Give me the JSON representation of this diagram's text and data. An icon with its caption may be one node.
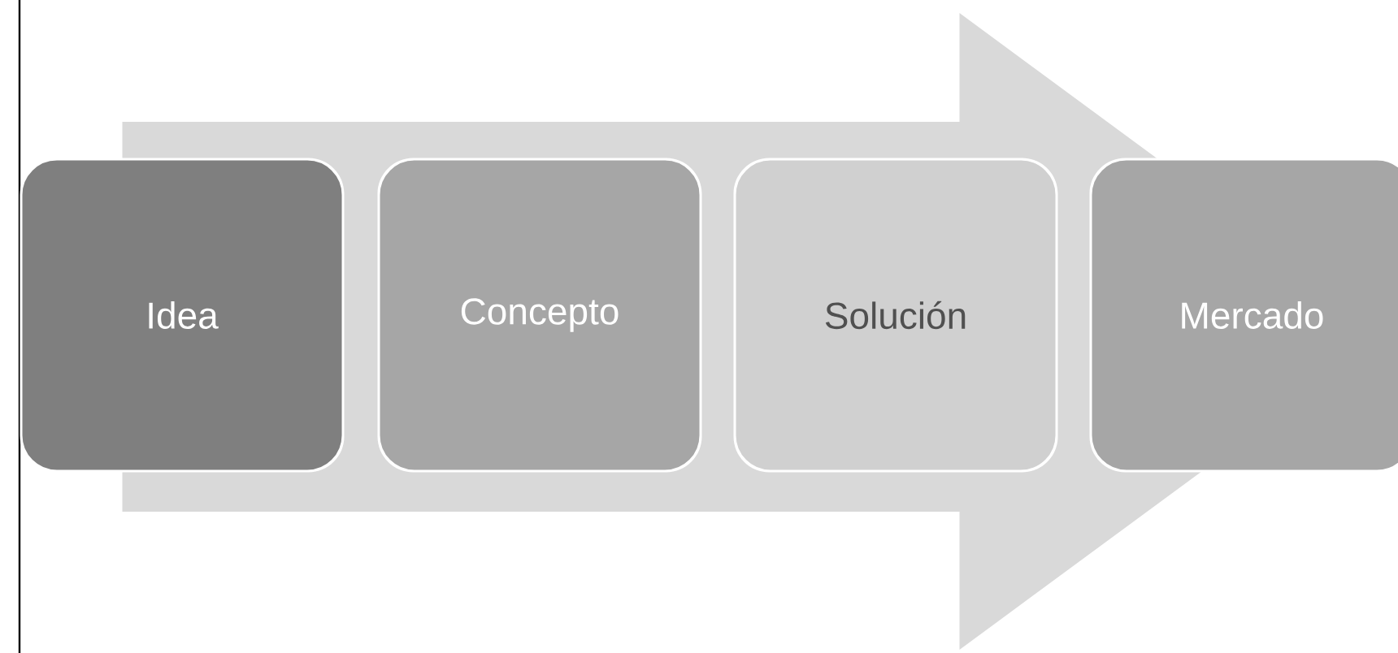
{
  "diagram": {
    "nodes": [
      {
        "text": [
          "Idea"
        ]
      },
      {
        "text": [
          "Concepto"
        ]
      },
      {
        "text": [
          "Solución"
        ]
      },
      {
        "text": [
          "Mercado"
        ]
      }
    ],
    "edges": [
      {
        "from": 0,
        "to": 3,
        "arrow": "to"
      }
    ]
  }
}
